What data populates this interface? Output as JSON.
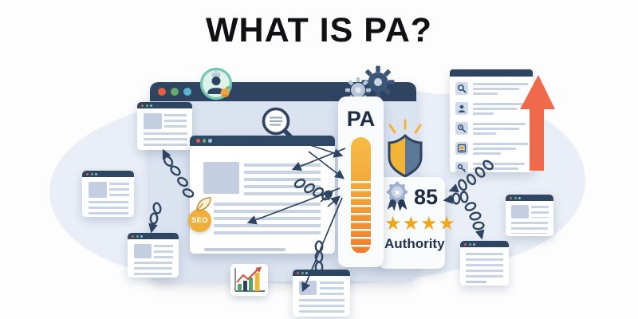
{
  "title": "WHAT IS PA?",
  "pa_card": {
    "label": "PA"
  },
  "authority_card": {
    "score": "85",
    "stars": 4,
    "star_char": "★",
    "label": "Authority"
  },
  "seo_badge": {
    "label": "SEO"
  },
  "serp_panel": {
    "results": [
      {
        "icon": "search-icon"
      },
      {
        "icon": "user-search-icon"
      },
      {
        "icon": "zoom-search-icon"
      },
      {
        "icon": "image-result-icon"
      },
      {
        "icon": "key-icon"
      }
    ]
  },
  "icons": [
    "gear-icon",
    "crawler-bot-icon",
    "magnifier-icon",
    "shield-icon",
    "medal-icon",
    "star-icon",
    "chain-link-icon",
    "growth-arrow-icon",
    "bar-chart-icon",
    "leaf-icon",
    "backlink-arrow-icon"
  ],
  "colors": {
    "navy": "#2e4461",
    "window_body_blue": "#dbe3f1",
    "meter_top": "#f6bc44",
    "meter_bottom": "#ed7e30",
    "star_gold": "#f2a71b",
    "seo_orange": "#eeb03a",
    "growth_arrow_orange": "#ee6a4a",
    "shield_gold": "#f2b437",
    "shield_steel": "#5d7897",
    "teal_dot": "#57b7cf",
    "green_dot": "#66a96a",
    "cloud": "#e9eef7"
  }
}
